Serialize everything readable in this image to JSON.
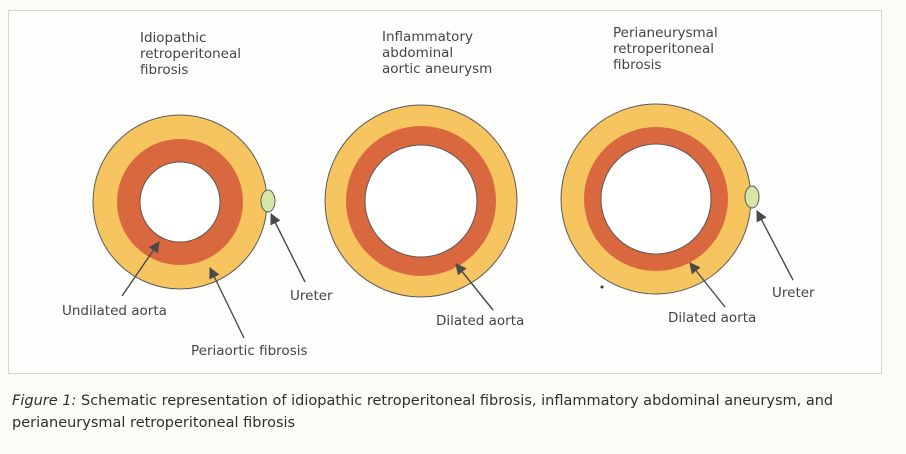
{
  "panels": [
    {
      "title": "Idiopathic\nretroperitoneal\nfibrosis",
      "labels": [
        "Undilated aorta",
        "Periaortic fibrosis",
        "Ureter"
      ]
    },
    {
      "title": "Inflammatory\nabdominal\naortic aneurysm",
      "labels": [
        "Dilated aorta"
      ]
    },
    {
      "title": "Perianeurysmal\nretroperitoneal\nfibrosis",
      "labels": [
        "Dilated aorta",
        "Ureter"
      ]
    }
  ],
  "caption": {
    "figure_label": "Figure 1:",
    "text": " Schematic representation of idiopathic retroperitoneal fibrosis, inflammatory abdominal aneurysm, and perianeurysmal retroperitoneal fibrosis"
  },
  "colors": {
    "fibrosis": "#f6c560",
    "aorta_wall": "#d9683e",
    "lumen": "#ffffff",
    "ureter": "#d5e6a6",
    "outline": "#4a4a4a"
  }
}
